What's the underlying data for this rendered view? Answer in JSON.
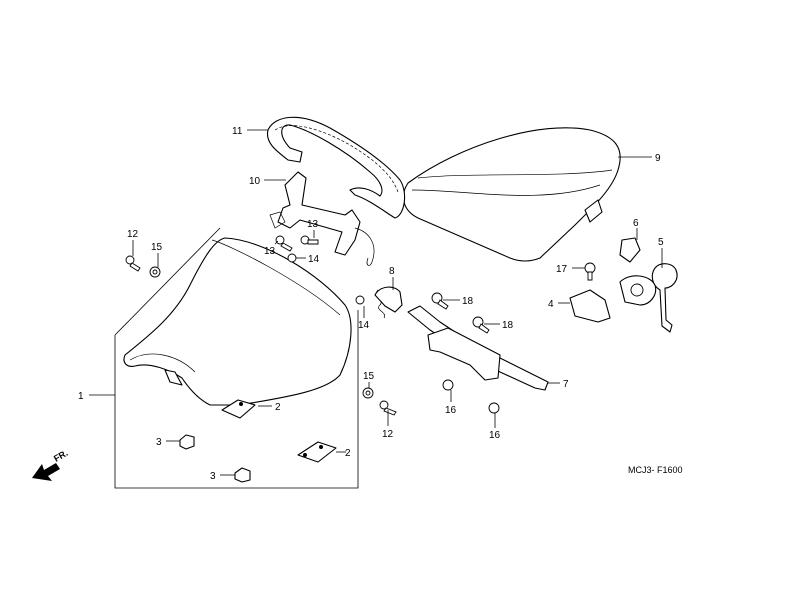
{
  "callouts": {
    "c1": "1",
    "c2a": "2",
    "c2b": "2",
    "c3a": "3",
    "c3b": "3",
    "c4": "4",
    "c5": "5",
    "c6": "6",
    "c7": "7",
    "c8": "8",
    "c9": "9",
    "c10": "10",
    "c11": "11",
    "c12a": "12",
    "c12b": "12",
    "c13a": "13",
    "c13b": "13",
    "c14a": "14",
    "c14b": "14",
    "c15a": "15",
    "c15b": "15",
    "c16a": "16",
    "c16b": "16",
    "c17": "17",
    "c18a": "18",
    "c18b": "18"
  },
  "direction_label": "FR.",
  "diagram_code": "MCJ3- F1600"
}
